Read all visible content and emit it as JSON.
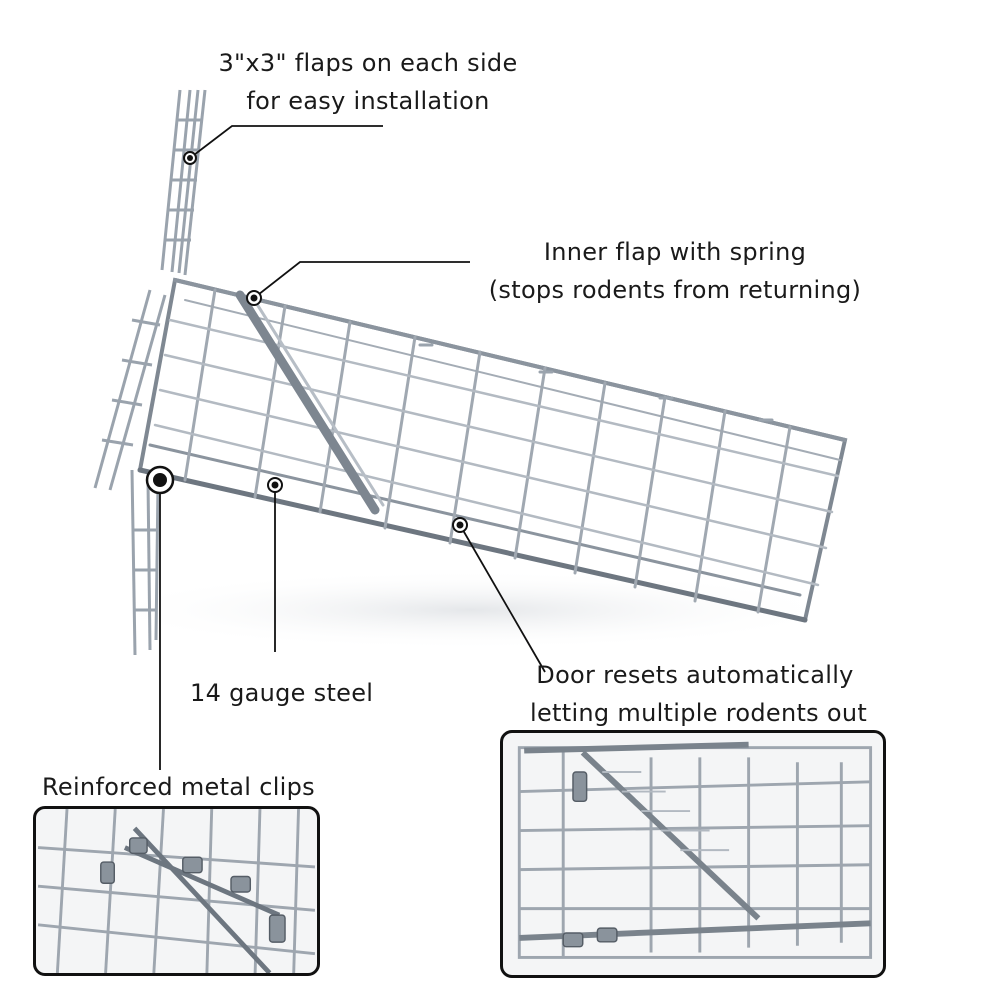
{
  "callouts": {
    "flaps": {
      "line1": "3\"x3\" flaps on each side",
      "line2": "for easy installation"
    },
    "inner_flap": {
      "line1": "Inner flap with spring",
      "line2": "(stops rodents from returning)"
    },
    "steel": {
      "line1": "14 gauge steel"
    },
    "clips": {
      "line1": "Reinforced metal clips"
    },
    "door": {
      "line1": "Door resets automatically",
      "line2": "letting multiple rodents out"
    }
  },
  "colors": {
    "wire": "#9aa3ad",
    "wire_dark": "#6d7680",
    "callout_line": "#111111",
    "frame": "#111111"
  }
}
